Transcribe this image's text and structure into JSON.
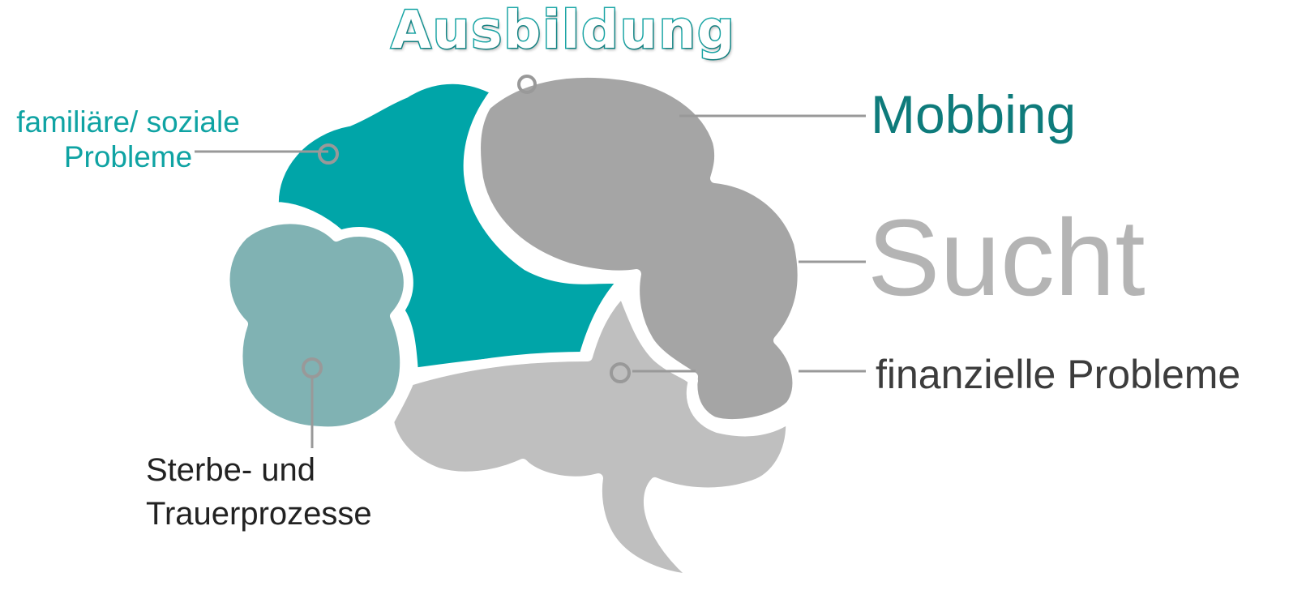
{
  "labels": {
    "ausbildung": "Ausbildung",
    "familiare_line1": "familiäre/ soziale",
    "familiare_line2": "Probleme",
    "mobbing": "Mobbing",
    "sucht": "Sucht",
    "finanzielle": "finanzielle Probleme",
    "sterbe_line1": "Sterbe- und",
    "sterbe_line2": "Trauerprozesse"
  },
  "colors": {
    "teal_dark": "#00a5a8",
    "teal_light": "#80b2b3",
    "gray_dark": "#a5a5a5",
    "gray_light": "#bfbfbf",
    "connector": "#999999",
    "ausbildung_outline": "#1aa6a6",
    "mobbing_text": "#0e7b7b",
    "sucht_text": "#b4b4b4"
  },
  "icons": {
    "connector_marker": "ring-marker-icon"
  }
}
